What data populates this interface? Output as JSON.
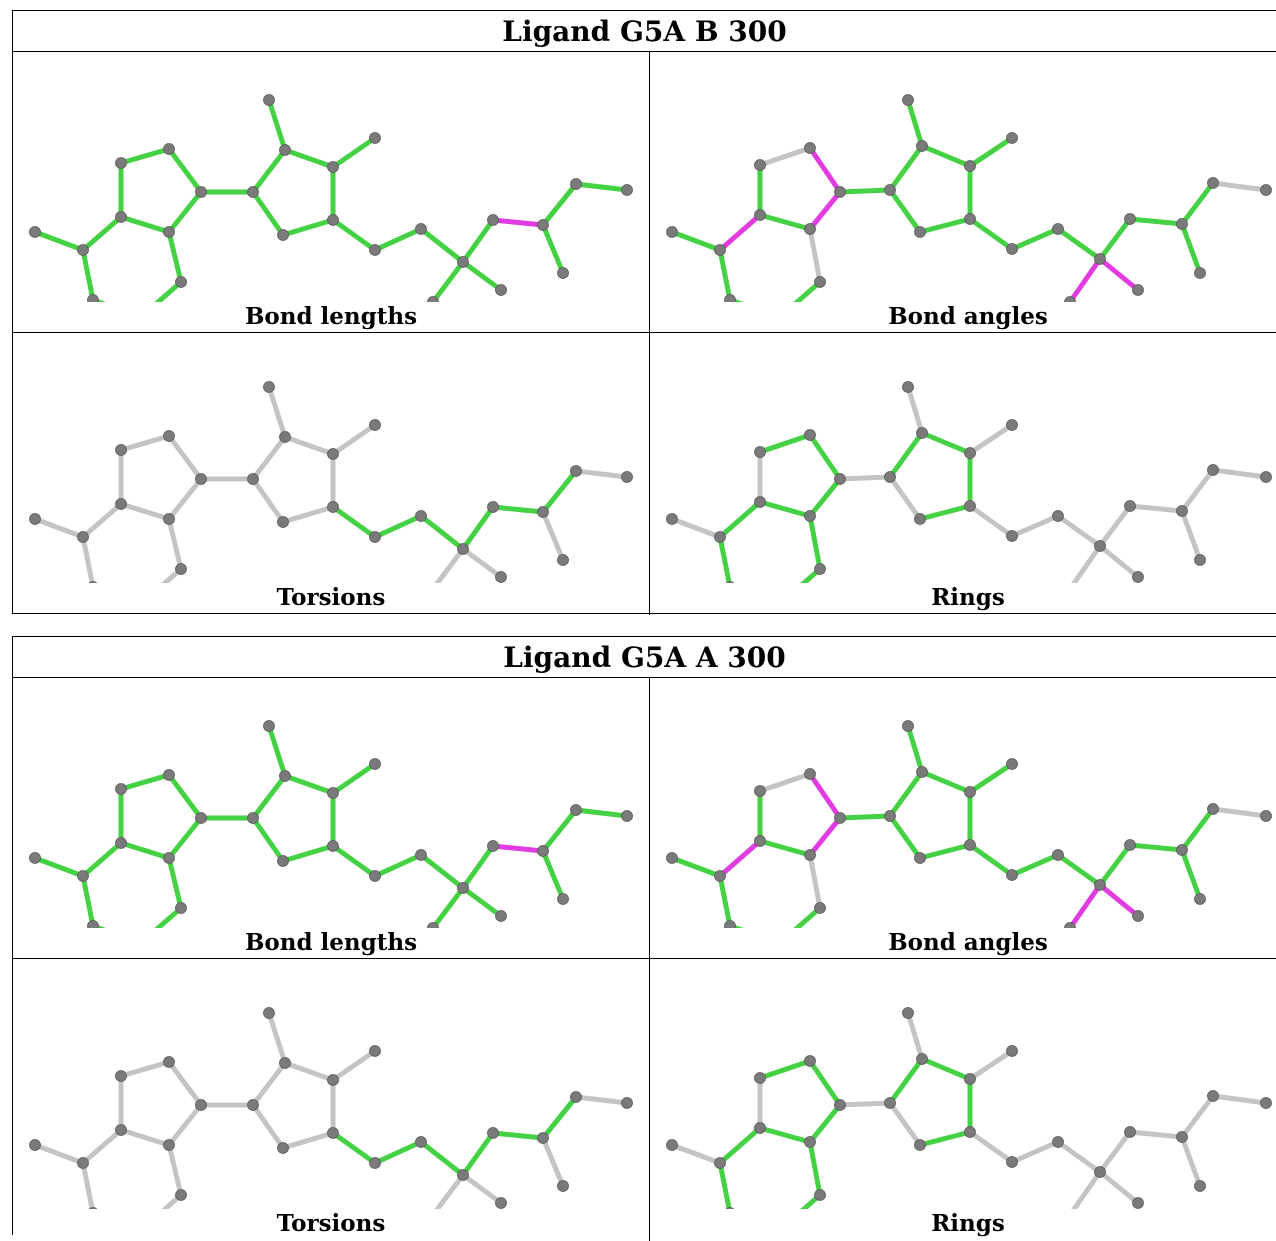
{
  "colors": {
    "ok": "#44d244",
    "outlier": "#e23be2",
    "neutral": "#c4c4c4",
    "atom": "#7a7a7a"
  },
  "ligands": [
    {
      "title": "Ligand G5A B 300",
      "panels": [
        {
          "label": "Bond lengths",
          "outliers": [
            [
              23,
              24
            ]
          ],
          "mode": "all"
        },
        {
          "label": "Bond angles",
          "outliers": [
            [
              5,
              6
            ],
            [
              6,
              1
            ],
            [
              3,
              4
            ],
            [
              2,
              3
            ],
            [
              20,
              21
            ],
            [
              20,
              22
            ]
          ],
          "mode": "angles"
        },
        {
          "label": "Torsions",
          "mode": "torsions"
        },
        {
          "label": "Rings",
          "mode": "rings"
        }
      ]
    },
    {
      "title": "Ligand G5A A 300",
      "panels": [
        {
          "label": "Bond lengths",
          "outliers": [
            [
              23,
              24
            ]
          ],
          "mode": "all"
        },
        {
          "label": "Bond angles",
          "outliers": [
            [
              5,
              6
            ],
            [
              6,
              1
            ],
            [
              3,
              4
            ],
            [
              2,
              3
            ],
            [
              20,
              21
            ],
            [
              20,
              22
            ]
          ],
          "mode": "angles"
        },
        {
          "label": "Torsions",
          "mode": "torsions"
        },
        {
          "label": "Rings",
          "mode": "rings"
        }
      ]
    }
  ]
}
